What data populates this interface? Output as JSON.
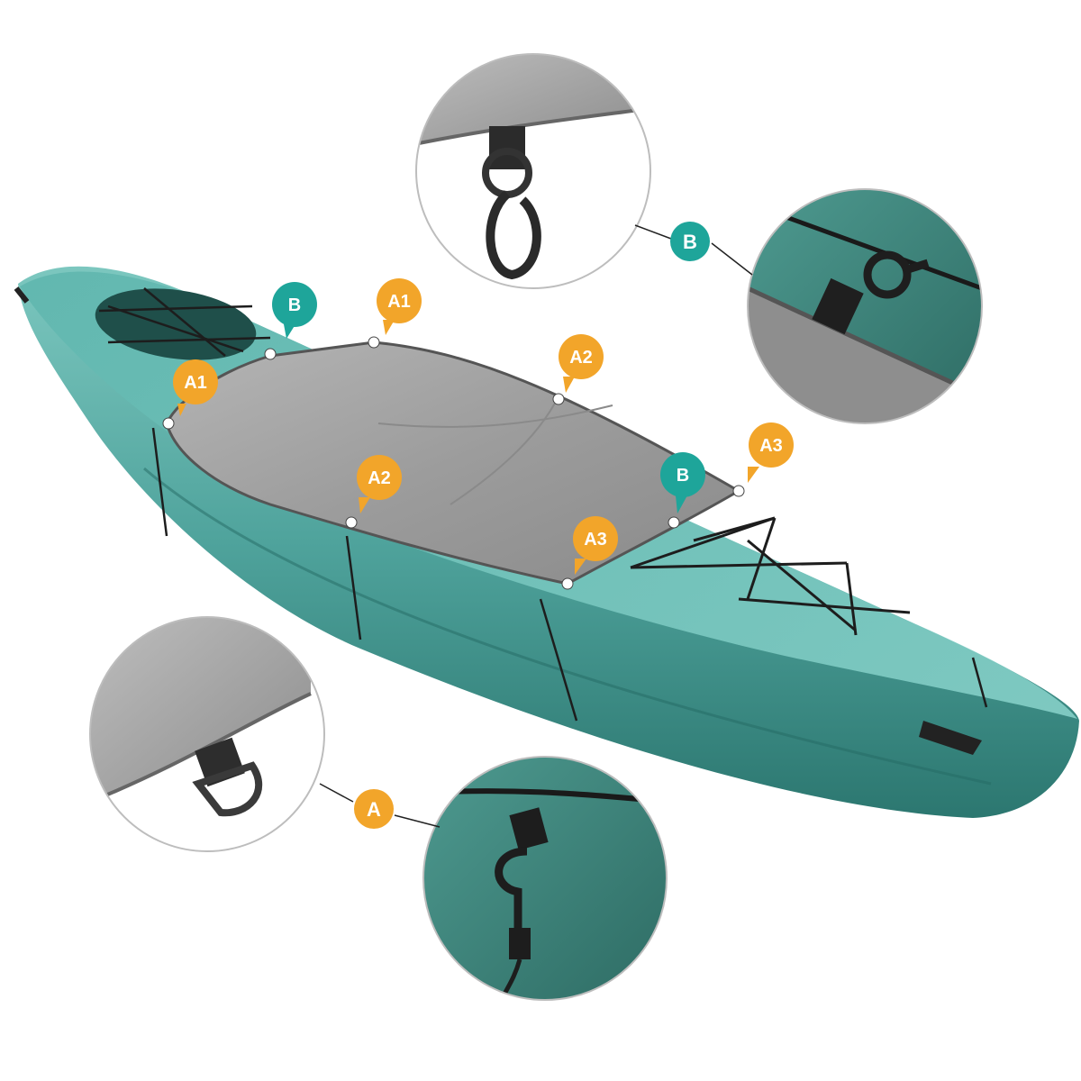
{
  "colors": {
    "kayak_teal": "#4fa7a0",
    "kayak_teal_light": "#7ac9c1",
    "kayak_teal_dark": "#2f7f78",
    "cover_gray": "#9a9a9a",
    "pin_orange": "#f2a52a",
    "pin_teal": "#1ea59a",
    "line_color": "#222222"
  },
  "labels": {
    "a1_left": "A1",
    "a1_top": "A1",
    "a2_top": "A2",
    "a2_bottom": "A2",
    "a3_right": "A3",
    "a3_bottom": "A3",
    "b_top": "B",
    "b_right": "B",
    "callout_b": "B",
    "callout_a": "A"
  },
  "insets": [
    {
      "name": "swivel-hook-closeup",
      "shows": "strap with swivel clip"
    },
    {
      "name": "swivel-hook-on-kayak",
      "shows": "swivel clip attached to bungee"
    },
    {
      "name": "d-ring-closeup",
      "shows": "D-ring on cover edge"
    },
    {
      "name": "hook-on-kayak",
      "shows": "hook on bungee cord"
    }
  ]
}
